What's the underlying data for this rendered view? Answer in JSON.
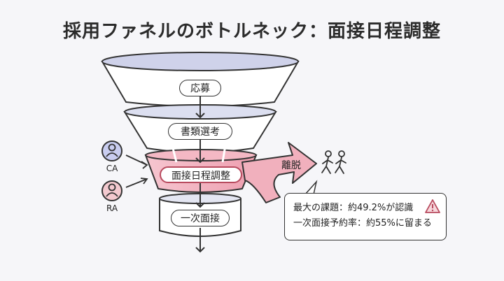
{
  "title": "採用ファネルのボトルネック：面接日程調整",
  "stages": [
    "応募",
    "書類選考",
    "面接日程調整",
    "一次面接"
  ],
  "agents": [
    "CA",
    "RA"
  ],
  "exit_label": "離脱",
  "callout": {
    "line1": "最大の課題：約49.2%が認識",
    "line2": "一次面接予約率：約55%に留まる"
  },
  "colors": {
    "accent": "#e9a6b4",
    "accent_dark": "#b84a5e",
    "funnel_rim": "#cfd2ea",
    "agent_ca": "#c9cdf0",
    "agent_ra": "#f3c9cf"
  },
  "icons": [
    "person-icon",
    "walking-people-icon",
    "warning-icon"
  ]
}
